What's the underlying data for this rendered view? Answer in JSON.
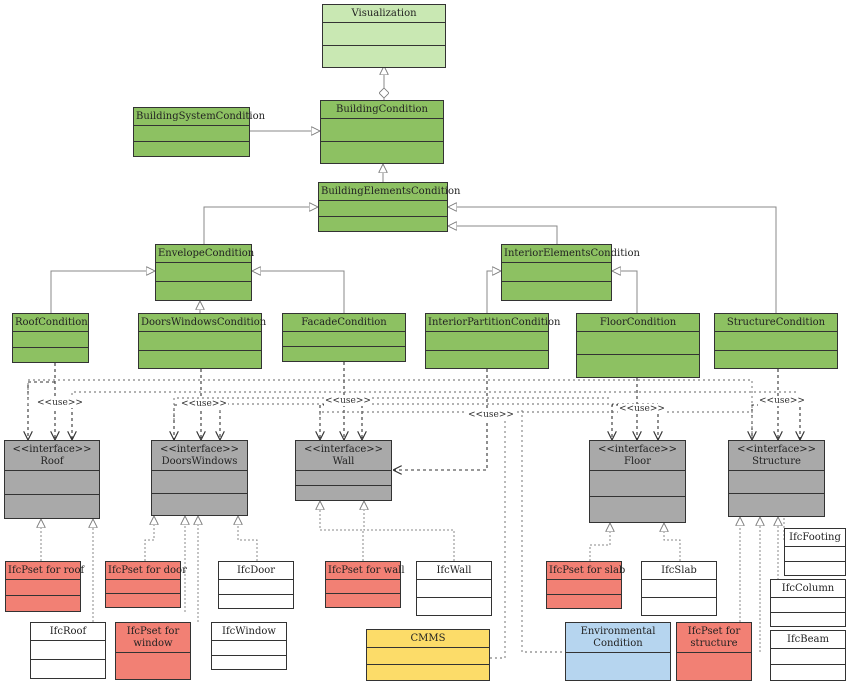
{
  "colors": {
    "condition": "#8dc162",
    "visualization": "#c9e8b3",
    "interface": "#a9a9a9",
    "pset": "#f28074",
    "ifc_entity": "#ffffff",
    "cmms": "#fcdc69",
    "environmental": "#b6d5ef"
  },
  "classes": {
    "visualization": "Visualization",
    "building_condition": "BuildingCondition",
    "building_system_condition": "BuildingSystemCondition",
    "building_elements_condition": "BuildingElementsCondition",
    "envelope_condition": "EnvelopeCondition",
    "interior_elements_condition": "InteriorElementsCondition",
    "roof_condition": "RoofCondition",
    "doors_windows_condition": "DoorsWindowsCondition",
    "facade_condition": "FacadeCondition",
    "interior_partition_condition": "InteriorPartitionCondition",
    "floor_condition": "FloorCondition",
    "structure_condition": "StructureCondition"
  },
  "interfaces": {
    "roof": "<<interface>>\nRoof",
    "doors_windows": "<<interface>>\nDoorsWindows",
    "wall": "<<interface>>\nWall",
    "floor": "<<interface>>\nFloor",
    "structure": "<<interface>>\nStructure"
  },
  "entities": {
    "pset_roof": "IfcPset for roof",
    "ifc_roof": "IfcRoof",
    "pset_door": "IfcPset for door",
    "pset_window": "IfcPset for\nwindow",
    "ifc_door": "IfcDoor",
    "ifc_window": "IfcWindow",
    "pset_wall": "IfcPset for wall",
    "ifc_wall": "IfcWall",
    "cmms": "CMMS",
    "pset_slab": "IfcPset for slab",
    "ifc_slab": "IfcSlab",
    "environmental_condition": "Environmental\nCondition",
    "pset_structure": "IfcPset for\nstructure",
    "ifc_footing": "IfcFooting",
    "ifc_column": "IfcColumn",
    "ifc_beam": "IfcBeam"
  },
  "use_label": "<<use>>"
}
